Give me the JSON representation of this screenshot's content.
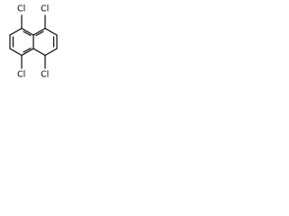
{
  "molecule": {
    "substituents": [
      {
        "label": "Cl"
      },
      {
        "label": "Cl"
      },
      {
        "label": "Cl"
      },
      {
        "label": "Cl"
      }
    ],
    "colors": {
      "bond": "#000000",
      "background": "#ffffff"
    }
  }
}
